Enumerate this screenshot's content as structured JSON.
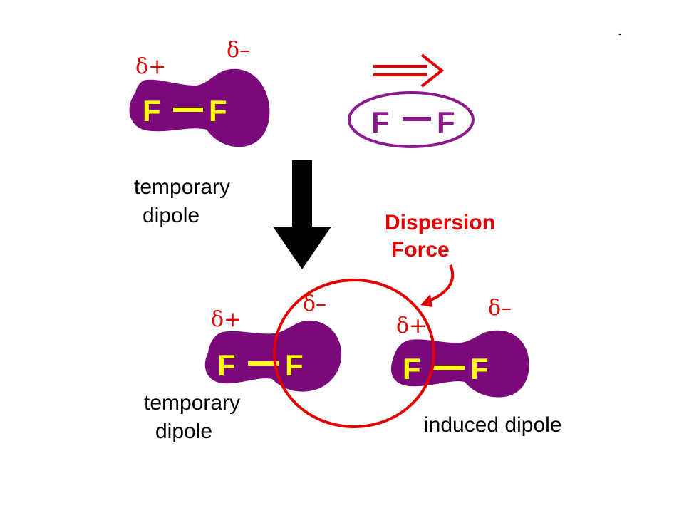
{
  "colors": {
    "molecule": "#7a0a7a",
    "atom_text_yellow": "#ffff00",
    "atom_text_purple": "#8b1a8b",
    "red": "#e30000",
    "arrow_black": "#000000"
  },
  "top": {
    "delta_plus": "δ+",
    "delta_minus": "δ–",
    "molecule": {
      "atom_left": "F",
      "atom_right": "F"
    },
    "neutral_molecule": {
      "atom_left": "F",
      "atom_right": "F"
    },
    "label_line1": "temporary",
    "label_line2": "dipole"
  },
  "force": {
    "line1": "Dispersion",
    "line2": "Force"
  },
  "bottom_left": {
    "delta_plus": "δ+",
    "delta_minus": "δ–",
    "molecule": {
      "atom_left": "F",
      "atom_right": "F"
    },
    "label_line1": "temporary",
    "label_line2": "dipole"
  },
  "bottom_right": {
    "delta_plus": "δ+",
    "delta_minus": "δ–",
    "molecule": {
      "atom_left": "F",
      "atom_right": "F"
    },
    "label": "induced dipole"
  },
  "corner_mark": "-"
}
